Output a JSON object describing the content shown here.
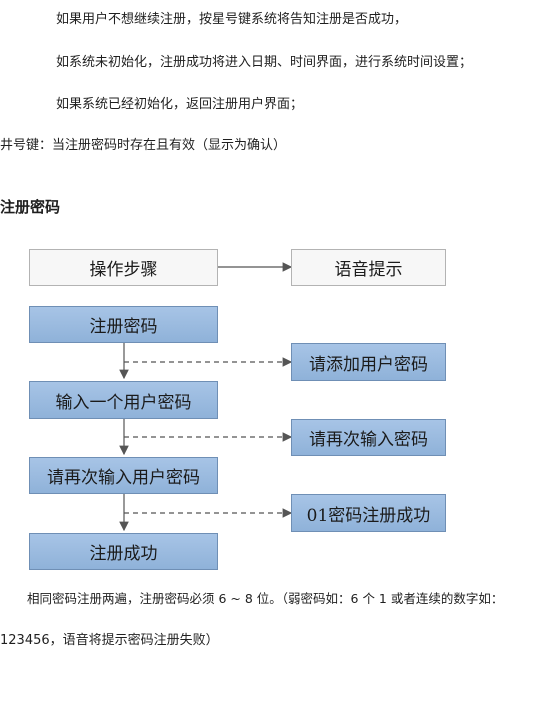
{
  "paragraphs": {
    "line1": "如果用户不想继续注册，按星号键系统将告知注册是否成功，",
    "line2": "如系统未初始化，注册成功将进入日期、时间界面，进行系统时间设置；",
    "line3": "如果系统已经初始化，返回注册用户界面；",
    "line4": "井号键：当注册密码时存在且有效（显示为确认）"
  },
  "section_title": "注册密码",
  "diagram": {
    "header_step": "操作步骤",
    "header_prompt": "语音提示",
    "steps": [
      "注册密码",
      "输入一个用户密码",
      "请再次输入用户密码",
      "注册成功"
    ],
    "prompts": [
      "请添加用户密码",
      "请再次输入密码",
      "01密码注册成功"
    ]
  },
  "notes": {
    "line1": "相同密码注册两遍，注册密码必须 6 ~ 8 位。（弱密码如：6 个 1 或者连续的数字如：",
    "line2": "123456，语音将提示密码注册失败）"
  }
}
